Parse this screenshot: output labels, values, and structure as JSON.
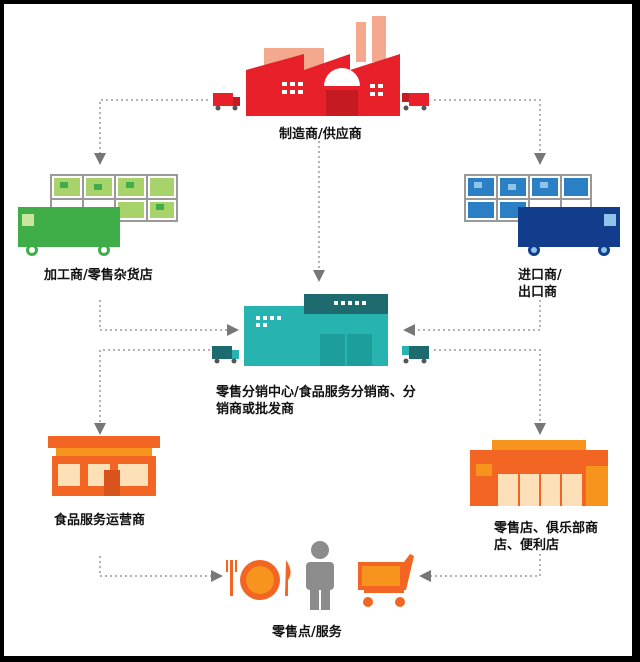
{
  "nodes": {
    "manufacturer": "制造商/供应商",
    "processor": "加工商/零售杂货店",
    "importer_line1": "进口商/",
    "importer_line2": "出口商",
    "distribution_line1": "零售分销中心/食品服务分销商、分",
    "distribution_line2": "销商或批发商",
    "foodservice": "食品服务运营商",
    "retail_line1": "零售店、俱乐部商",
    "retail_line2": "店、便利店",
    "pointofsale": "零售点/服务"
  },
  "colors": {
    "manufacturer": "#e8202a",
    "manufacturer_light": "#f4a88e",
    "processor": "#3fae49",
    "processor_light": "#a8d26a",
    "importer": "#123c8c",
    "importer_light": "#2b7fc4",
    "distribution": "#27b3b0",
    "distribution_dark": "#1d6b6e",
    "foodservice": "#f26522",
    "retail": "#f26522",
    "retail_light": "#f7941d",
    "person": "#8c8c8c",
    "arrow": "#888888"
  },
  "icons": [
    "factory-icon",
    "truck-icon",
    "warehouse-icon",
    "store-icon",
    "plate-icon",
    "person-icon",
    "cart-icon"
  ]
}
